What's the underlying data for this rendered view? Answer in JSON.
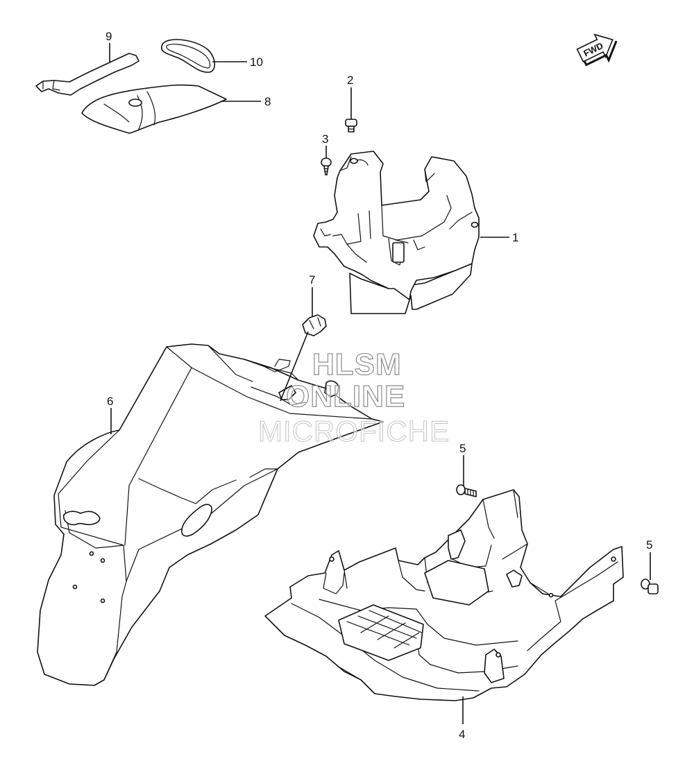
{
  "diagram": {
    "callouts": [
      {
        "id": "1",
        "label": "1"
      },
      {
        "id": "2",
        "label": "2"
      },
      {
        "id": "3",
        "label": "3"
      },
      {
        "id": "4",
        "label": "4"
      },
      {
        "id": "5a",
        "label": "5"
      },
      {
        "id": "5b",
        "label": "5"
      },
      {
        "id": "6",
        "label": "6"
      },
      {
        "id": "7",
        "label": "7"
      },
      {
        "id": "8",
        "label": "8"
      },
      {
        "id": "9",
        "label": "9"
      },
      {
        "id": "10",
        "label": "10"
      }
    ],
    "fwd_arrow_label": "FWD"
  },
  "watermark": {
    "line1": "HLSM",
    "line2": "ONLINE",
    "line3": "MICROFICHE"
  }
}
